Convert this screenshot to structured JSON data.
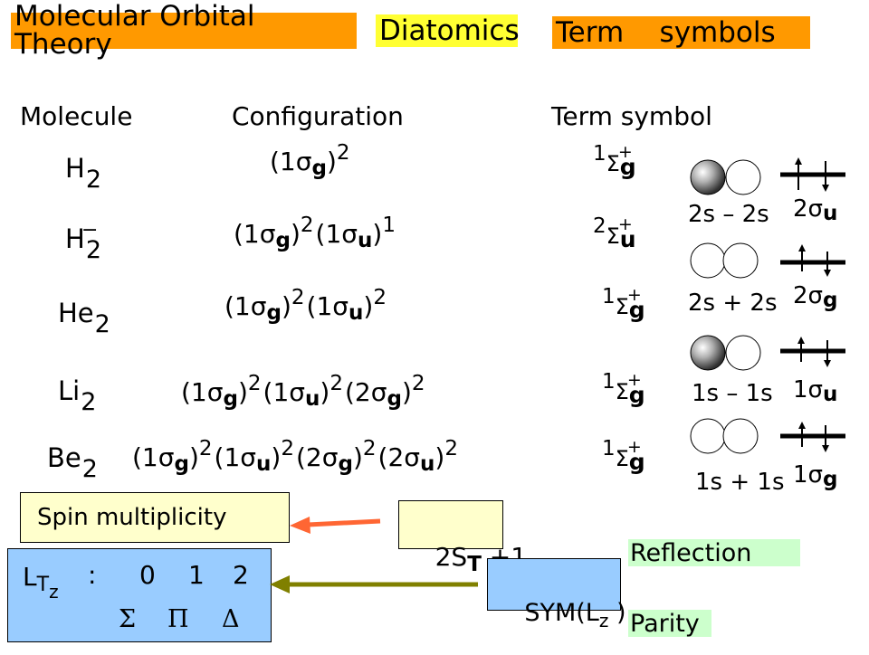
{
  "header": {
    "title": "Molecular Orbital Theory",
    "topic": "Diatomics",
    "term_symbols": "Term    symbols",
    "colors": {
      "title_bg": "#ff9900",
      "topic_bg": "#ffff33",
      "term_bg": "#ff9900"
    }
  },
  "columns": {
    "molecule": "Molecule",
    "configuration": "Configuration",
    "term_symbol": "Term symbol"
  },
  "sigma": "σ",
  "rows": [
    {
      "mol": "H",
      "mol_sub": "2",
      "mol_sup": "",
      "cfg": [
        {
          "n": "(1",
          "s": "g",
          "e": "2"
        }
      ],
      "term": {
        "mult": "1",
        "gu": "g"
      }
    },
    {
      "mol": "H",
      "mol_sub": "2",
      "mol_sup": "−",
      "cfg": [
        {
          "n": "(1",
          "s": "g",
          "e": "2"
        },
        {
          "n": "(1",
          "s": "u",
          "e": "1"
        }
      ],
      "term": {
        "mult": "2",
        "gu": "u"
      }
    },
    {
      "mol": "He",
      "mol_sub": "2",
      "mol_sup": "",
      "cfg": [
        {
          "n": "(1",
          "s": "g",
          "e": "2"
        },
        {
          "n": "(1",
          "s": "u",
          "e": "2"
        }
      ],
      "term": {
        "mult": "1",
        "gu": "g"
      }
    },
    {
      "mol": "Li",
      "mol_sub": "2",
      "mol_sup": "",
      "cfg": [
        {
          "n": "(1",
          "s": "g",
          "e": "2"
        },
        {
          "n": "(1",
          "s": "u",
          "e": "2"
        },
        {
          "n": "(2",
          "s": "g",
          "e": "2"
        }
      ],
      "term": {
        "mult": "1",
        "gu": "g"
      }
    },
    {
      "mol": "Be",
      "mol_sub": "2",
      "mol_sup": "",
      "cfg": [
        {
          "n": "(1",
          "s": "g",
          "e": "2"
        },
        {
          "n": "(1",
          "s": "u",
          "e": "2"
        },
        {
          "n": "(2",
          "s": "g",
          "e": "2"
        },
        {
          "n": "(2",
          "s": "u",
          "e": "2"
        }
      ],
      "term": {
        "mult": "1",
        "gu": "g"
      }
    }
  ],
  "orbitals": [
    {
      "combo": "2s – 2s",
      "label_n": "2",
      "label_gu": "u",
      "shaded": true
    },
    {
      "combo": "2s + 2s",
      "label_n": "2",
      "label_gu": "g",
      "shaded": false
    },
    {
      "combo": "1s – 1s",
      "label_n": "1",
      "label_gu": "u",
      "shaded": true
    },
    {
      "combo": "1s + 1s",
      "label_n": "1",
      "label_gu": "g",
      "shaded": false
    }
  ],
  "spin_box": {
    "label": "Spin multiplicity",
    "bg": "#ffffcc"
  },
  "spin_formula": {
    "pre": "2S",
    "sub": "T",
    "post": " +1",
    "bg": "#ffffcc"
  },
  "lz_box": {
    "L": "L",
    "sub_T": "T",
    "sub_z": "z",
    "colon": ":",
    "values": [
      "0",
      "1",
      "2"
    ],
    "symbols": [
      "Σ",
      "Π",
      "Δ"
    ],
    "bg": "#99ccff"
  },
  "sym_box": {
    "pre": "SYM(L",
    "sub": "z",
    "post": " )",
    "bg": "#99ccff"
  },
  "reflection": {
    "label": "Reflection",
    "bg": "#ccffcc"
  },
  "parity": {
    "label": "Parity",
    "bg": "#ccffcc"
  },
  "arrow_colors": {
    "spin": "#ff6633",
    "sym": "#808000"
  }
}
